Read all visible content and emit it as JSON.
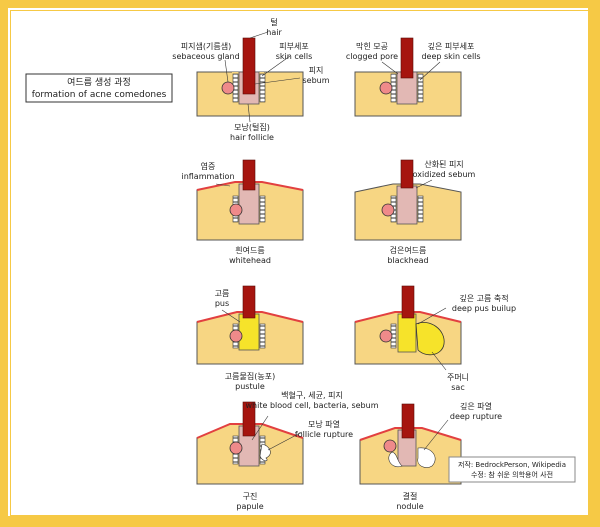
{
  "title": {
    "ko": "여드름 생성 과정",
    "en": "formation of acne comedones"
  },
  "normal": {
    "hair": {
      "ko": "털",
      "en": "hair"
    },
    "sebaceous_gland": {
      "ko": "피지샘(기름샘)",
      "en": "sebaceous gland"
    },
    "skin_cells": {
      "ko": "피부세포",
      "en": "skin cells"
    },
    "sebum": {
      "ko": "피지",
      "en": "sebum"
    },
    "hair_follicle": {
      "ko": "모낭(털집)",
      "en": "hair follicle"
    }
  },
  "clogged": {
    "clogged_pore": {
      "ko": "막힌 모공",
      "en": "clogged pore"
    },
    "deep_skin_cells": {
      "ko": "깊은 피부세포",
      "en": "deep skin cells"
    }
  },
  "whitehead": {
    "inflammation": {
      "ko": "염증",
      "en": "inflammation"
    },
    "caption": {
      "ko": "흰여드름",
      "en": "whitehead"
    }
  },
  "blackhead": {
    "oxidized_sebum": {
      "ko": "산화된 피지",
      "en": "oxidized sebum"
    },
    "caption": {
      "ko": "검은여드름",
      "en": "blackhead"
    }
  },
  "pustule": {
    "pus": {
      "ko": "고름",
      "en": "pus"
    },
    "caption": {
      "ko": "고름물집(농포)",
      "en": "pustule"
    }
  },
  "deep_pus": {
    "buildup": {
      "ko": "깊은 고름 축적",
      "en": "deep pus builup"
    },
    "sac": {
      "ko": "주머니",
      "en": "sac"
    }
  },
  "papule": {
    "wbc": {
      "ko": "백혈구, 세균, 피지",
      "en": "white blood cell, bacteria, sebum"
    },
    "follicle_rupture": {
      "ko": "모낭 파열",
      "en": "follicle rupture"
    },
    "caption": {
      "ko": "구진",
      "en": "papule"
    }
  },
  "nodule": {
    "deep_rupture": {
      "ko": "깊은 파열",
      "en": "deep rupture"
    },
    "caption": {
      "ko": "결절",
      "en": "nodule"
    }
  },
  "credit": {
    "line1": "저작: BedrockPerson, Wikipedia",
    "line2": "수정: 참 쉬운 의학용어 사전"
  },
  "colors": {
    "skin": "#f7d683",
    "hair": "#a6150f",
    "sebum": "#e2b8b4",
    "gland": "#ef8a8a",
    "pus": "#f6e32a",
    "inflammation": "#e24040",
    "frame": "#f6c945"
  }
}
